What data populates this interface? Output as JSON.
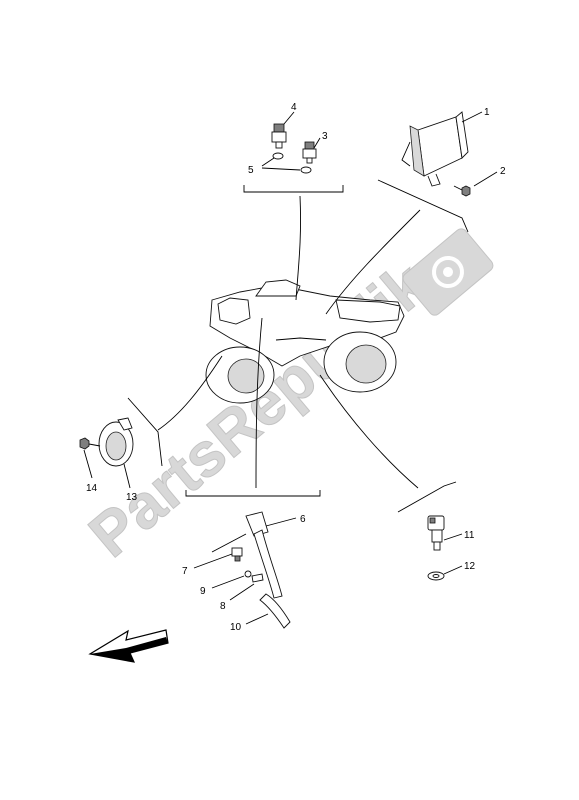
{
  "watermark": {
    "text": "PartsRepublik"
  },
  "callouts": [
    "1",
    "2",
    "3",
    "4",
    "5",
    "6",
    "7",
    "8",
    "9",
    "10",
    "11",
    "12",
    "13",
    "14"
  ]
}
